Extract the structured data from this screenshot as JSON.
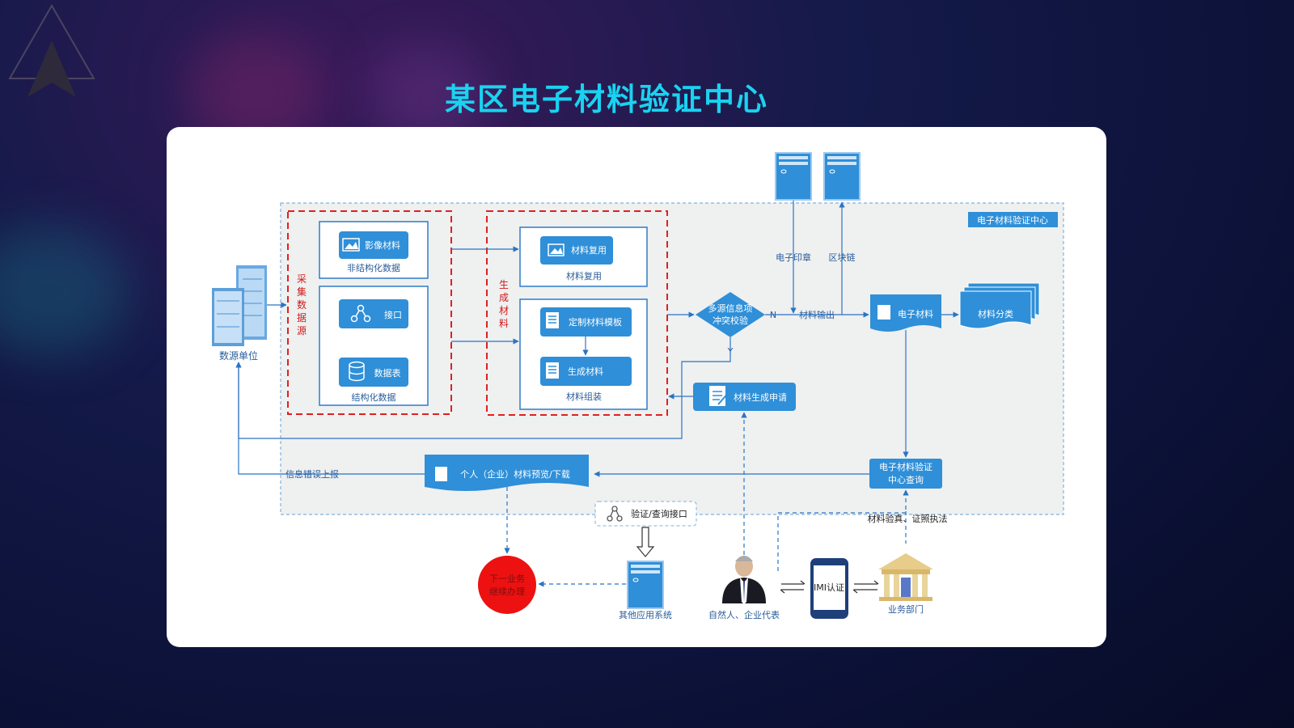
{
  "title": "某区电子材料验证中心",
  "colors": {
    "title": "#19d3f0",
    "node": "#2f8fd8",
    "dashed_red": "#e02020",
    "line": "#2a74c4"
  },
  "diagram": {
    "center_label": "电子材料验证中心",
    "data_source": "数源单位",
    "collect_group": "采集数据源",
    "generate_group": "生成材料",
    "image_material": "影像材料",
    "unstructured": "非结构化数据",
    "interface": "接口",
    "data_table": "数据表",
    "structured": "结构化数据",
    "material_reuse_node": "材料复用",
    "material_reuse_caption": "材料复用",
    "custom_template": "定制材料模板",
    "generate_material": "生成材料",
    "material_assembly": "材料组装",
    "conflict_check_1": "多源信息项",
    "conflict_check_2": "冲突校验",
    "n": "N",
    "y": "Y",
    "e_seal": "电子印章",
    "blockchain": "区块链",
    "material_output": "材料输出",
    "e_material": "电子材料",
    "material_classify": "材料分类",
    "generate_request": "材料生成申请",
    "center_query_1": "电子材料验证",
    "center_query_2": "中心查询",
    "preview_download": "个人（企业）材料预览/下载",
    "error_report": "信息错误上报",
    "verify_api": "验证/查询接口",
    "next_step_1": "下一业务",
    "next_step_2": "继续办理",
    "other_systems": "其他应用系统",
    "person": "自然人、企业代表",
    "imi": "IMI认证",
    "department": "业务部门",
    "verify_enforce": "材料验真、证照执法"
  }
}
